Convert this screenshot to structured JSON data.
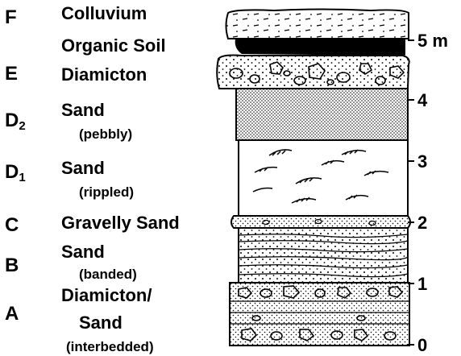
{
  "units": [
    {
      "code": "F",
      "name": "Colluvium",
      "qualifier": ""
    },
    {
      "code": "",
      "name": "Organic Soil",
      "qualifier": ""
    },
    {
      "code": "E",
      "name": "Diamicton",
      "qualifier": ""
    },
    {
      "code": "D",
      "code_sub": "2",
      "name": "Sand",
      "qualifier": "(pebbly)"
    },
    {
      "code": "D",
      "code_sub": "1",
      "name": "Sand",
      "qualifier": "(rippled)"
    },
    {
      "code": "C",
      "name": "Gravelly Sand",
      "qualifier": ""
    },
    {
      "code": "B",
      "name": "Sand",
      "qualifier": "(banded)"
    },
    {
      "code": "A",
      "name": "Diamicton/",
      "name_line2": "Sand",
      "qualifier": "(interbedded)"
    }
  ],
  "scale": {
    "ticks": [
      "0",
      "1",
      "2",
      "3",
      "4",
      "5 m"
    ]
  }
}
